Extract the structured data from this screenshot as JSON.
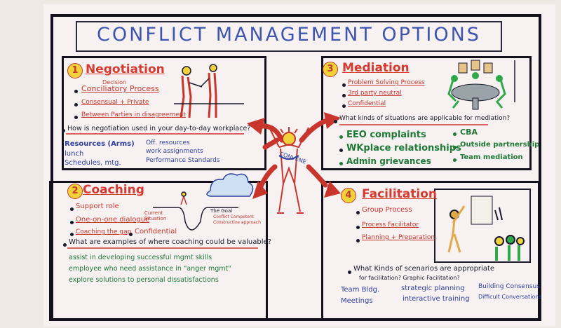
{
  "title": "CONFLICT MANAGEMENT OPTIONS",
  "center_figure_label": "CONVENE",
  "negotiation": {
    "number": "1",
    "heading": "Negotiation",
    "items": [
      "Conciliatory Process",
      "Consensual + Private",
      "Between Parties in disagreement"
    ],
    "decision_note": "Decision",
    "question": "How is negotiation used in your day-to-day workplace?",
    "answers_left": [
      "Resources (Arms)",
      "lunch",
      "Schedules, mtg."
    ],
    "answers_right": [
      "Off. resources",
      "work assignments",
      "Performance Standards"
    ]
  },
  "mediation": {
    "number": "3",
    "heading": "Mediation",
    "items": [
      "Problem Solving Process",
      "3rd party neutral",
      "Confidential"
    ],
    "question": "What kinds of situations are applicable for mediation?",
    "answers_left": [
      "EEO complaints",
      "WKplace relationships",
      "Admin grievances"
    ],
    "answers_right": [
      "CBA",
      "Outside partnership",
      "Team mediation"
    ]
  },
  "coaching": {
    "number": "2",
    "heading": "Coaching",
    "items": [
      "Support role",
      "One-on-one dialogue",
      "Coaching the gap",
      "Confidential"
    ],
    "diagram_labels": [
      "Current Situation",
      "The Goal",
      "Conflict Competent",
      "Constructive approach"
    ],
    "question": "What are examples of where coaching could be valuable?",
    "answers": [
      "assist in developing successful mgmt skills",
      "employee who need assistance in \"anger mgmt\"",
      "explore solutions to personal dissatisfactions"
    ]
  },
  "facilitation": {
    "number": "4",
    "heading": "Facilitation",
    "items": [
      "Group Process",
      "Process Facilitator",
      "Planning + Preparation"
    ],
    "question_line1": "What Kinds of scenarios are appropriate",
    "question_line2": "for facilitation? Graphic Facilitation?",
    "answers_col1": [
      "Team Bldg.",
      "Meetings"
    ],
    "answers_col2": [
      "strategic planning",
      "interactive training"
    ],
    "answers_col3": [
      "Building Consensus",
      "Difficult Conversations"
    ]
  },
  "colors": {
    "board_line": "#14111c",
    "title_blue": "#3d55b0",
    "heading_red": "#d6392f",
    "text_blue": "#2c3f9f",
    "text_green": "#1e7a36",
    "arrow_red": "#c8352c",
    "number_yellow": "#f2d23a"
  }
}
